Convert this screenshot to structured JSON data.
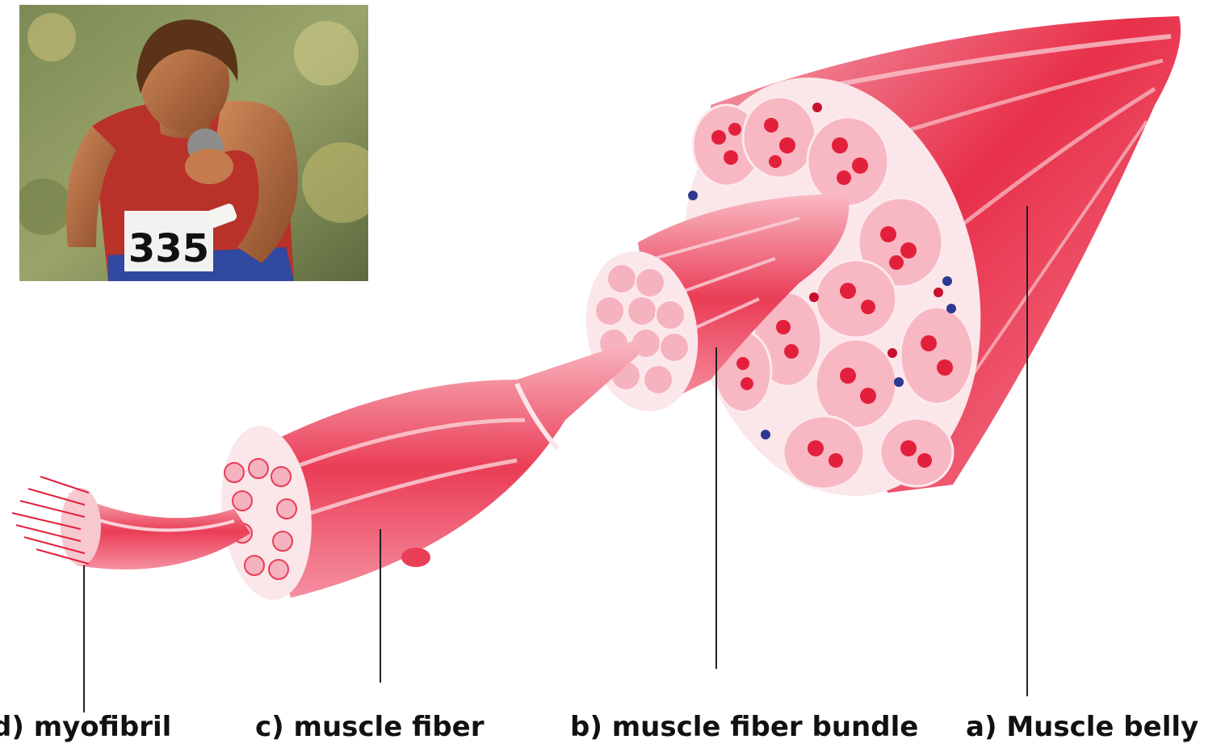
{
  "labels": {
    "myofibril": "d) myofibril",
    "muscle_fiber": "c) muscle fiber",
    "fiber_bundle": "b) muscle fiber bundle",
    "muscle_belly": "a) Muscle belly"
  },
  "photo": {
    "bib_number": "335"
  },
  "colors": {
    "muscle": "#e8304a",
    "muscle_light": "#f7a8b4",
    "connective": "#fbe6ea",
    "vessel_blue": "#2b3a8f",
    "vessel_red": "#c8102e"
  }
}
